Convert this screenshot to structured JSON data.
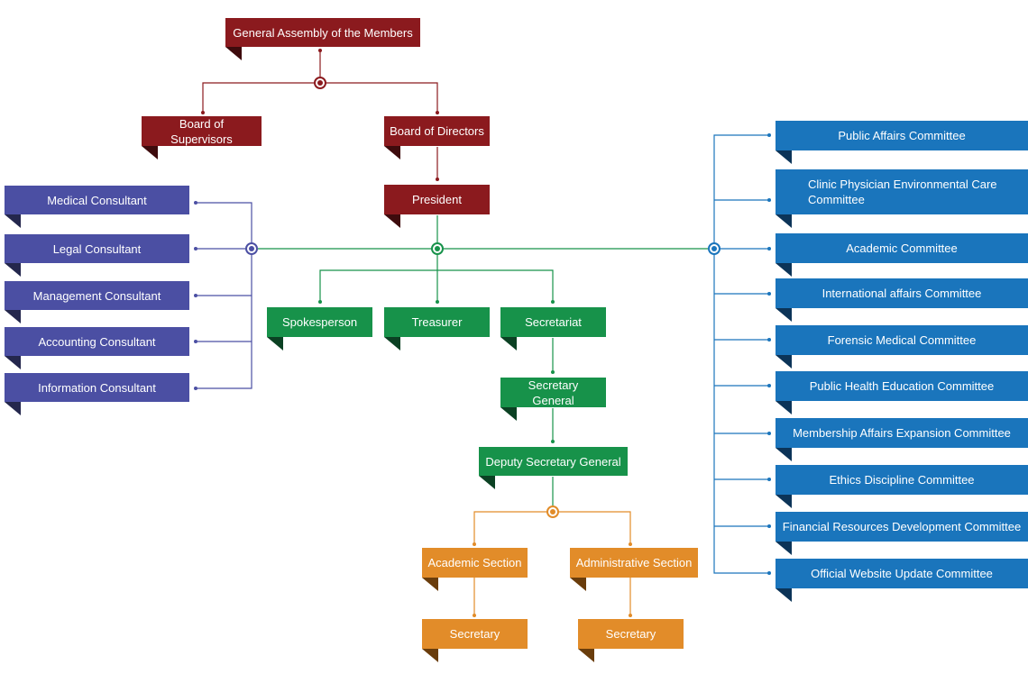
{
  "colors": {
    "red": "#8b1a1e",
    "purple": "#4b4fa3",
    "green": "#17924a",
    "orange": "#e28c29",
    "blue": "#1a75bc"
  },
  "top": {
    "general_assembly": "General Assembly of the Members",
    "board_supervisors": "Board of Supervisors",
    "board_directors": "Board of Directors",
    "president": "President"
  },
  "consultants": [
    "Medical Consultant",
    "Legal Consultant",
    "Management Consultant",
    "Accounting Consultant",
    "Information Consultant"
  ],
  "secretariat": {
    "spokesperson": "Spokesperson",
    "treasurer": "Treasurer",
    "secretariat": "Secretariat",
    "secretary_general": "Secretary General",
    "deputy_secretary_general": "Deputy Secretary General"
  },
  "sections": {
    "academic": "Academic Section",
    "administrative": "Administrative Section",
    "academic_secretary": "Secretary",
    "administrative_secretary": "Secretary"
  },
  "committees": [
    "Public Affairs Committee",
    "Clinic Physician Environmental Care Committee",
    "Academic Committee",
    "International affairs Committee",
    "Forensic Medical Committee",
    "Public Health Education Committee",
    "Membership Affairs Expansion Committee",
    "Ethics Discipline Committee",
    "Financial Resources Development Committee",
    "Official Website Update Committee"
  ]
}
